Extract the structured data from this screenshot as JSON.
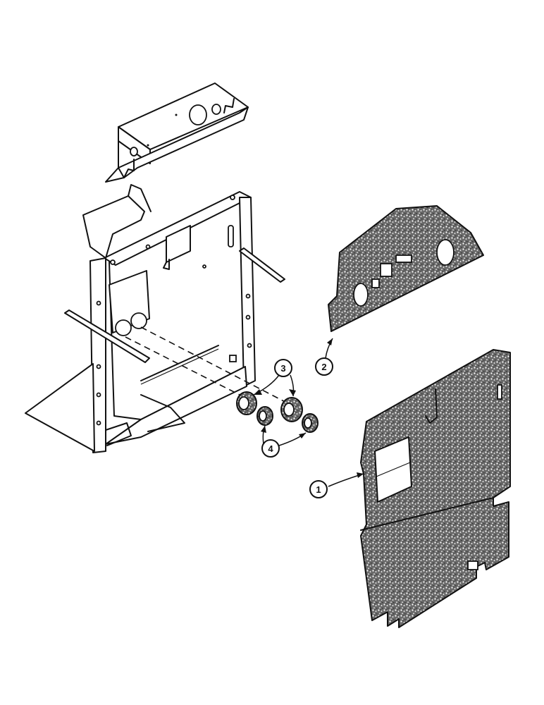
{
  "diagram": {
    "callouts": [
      {
        "id": "c1",
        "label": "1"
      },
      {
        "id": "c2",
        "label": "2"
      },
      {
        "id": "c3",
        "label": "3"
      },
      {
        "id": "c4",
        "label": "4"
      }
    ]
  }
}
